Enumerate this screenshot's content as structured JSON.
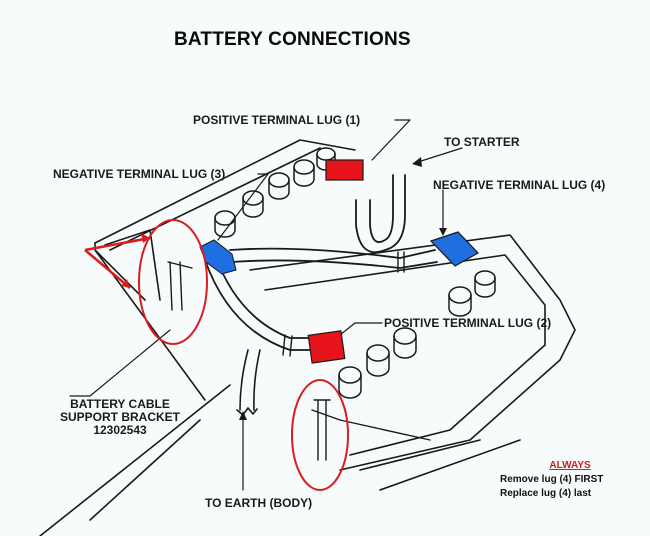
{
  "title": "BATTERY CONNECTIONS",
  "labels": {
    "positive_lug_1": "POSITIVE TERMINAL LUG (1)",
    "negative_lug_3": "NEGATIVE TERMINAL LUG (3)",
    "to_starter": "TO STARTER",
    "negative_lug_4": "NEGATIVE TERMINAL LUG (4)",
    "positive_lug_2": "POSITIVE TERMINAL LUG (2)",
    "bracket_line1": "BATTERY CABLE",
    "bracket_line2": "SUPPORT BRACKET",
    "bracket_part_number": "12302543",
    "to_earth": "TO EARTH (BODY)"
  },
  "note": {
    "heading": "ALWAYS",
    "line1": "Remove lug (4) FIRST",
    "line2": "Replace lug (4) last"
  },
  "colors": {
    "positive_lug": "#e8141c",
    "negative_lug": "#1f6fe0",
    "annotation": "#d81e1e",
    "line_art": "#1a1a1a",
    "background": "#f7fbfc"
  }
}
